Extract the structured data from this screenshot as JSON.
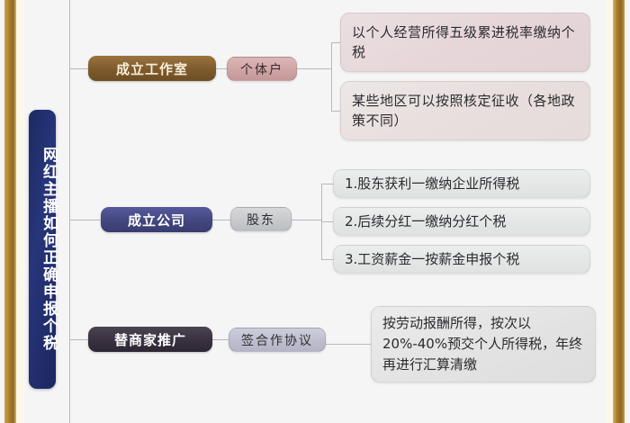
{
  "diagram": {
    "root": {
      "label": "网红主播如何正确申报个税",
      "color": "#1f2c69"
    },
    "branches": [
      {
        "id": "studio",
        "label": "成立工作室",
        "color": "#7d5a2c",
        "child": {
          "label": "个体户",
          "color": "#cfa3a4",
          "details": [
            "以个人经营所得五级累进税率缴纳个税",
            "某些地区可以按照核定征收（各地政策不同）"
          ]
        }
      },
      {
        "id": "company",
        "label": "成立公司",
        "color": "#43477f",
        "child": {
          "label": "股东",
          "color": "#c7c8cb",
          "details": [
            "1.股东获利一缴纳企业所得税",
            "2.后续分红一缴纳分红个税",
            "3.工资薪金一按薪金申报个税"
          ]
        }
      },
      {
        "id": "promote",
        "label": "替商家推广",
        "color": "#393040",
        "child": {
          "label": "签合作协议",
          "color": "#bdbdce",
          "details": [
            "按劳动报酬所得，按次以20%-40%预交个人所得税，年终再进行汇算清缴"
          ]
        }
      }
    ],
    "theme": {
      "background": "#f5f5f6",
      "rail_color": "#a97c28",
      "connector_color": "#b9b9bd"
    }
  }
}
